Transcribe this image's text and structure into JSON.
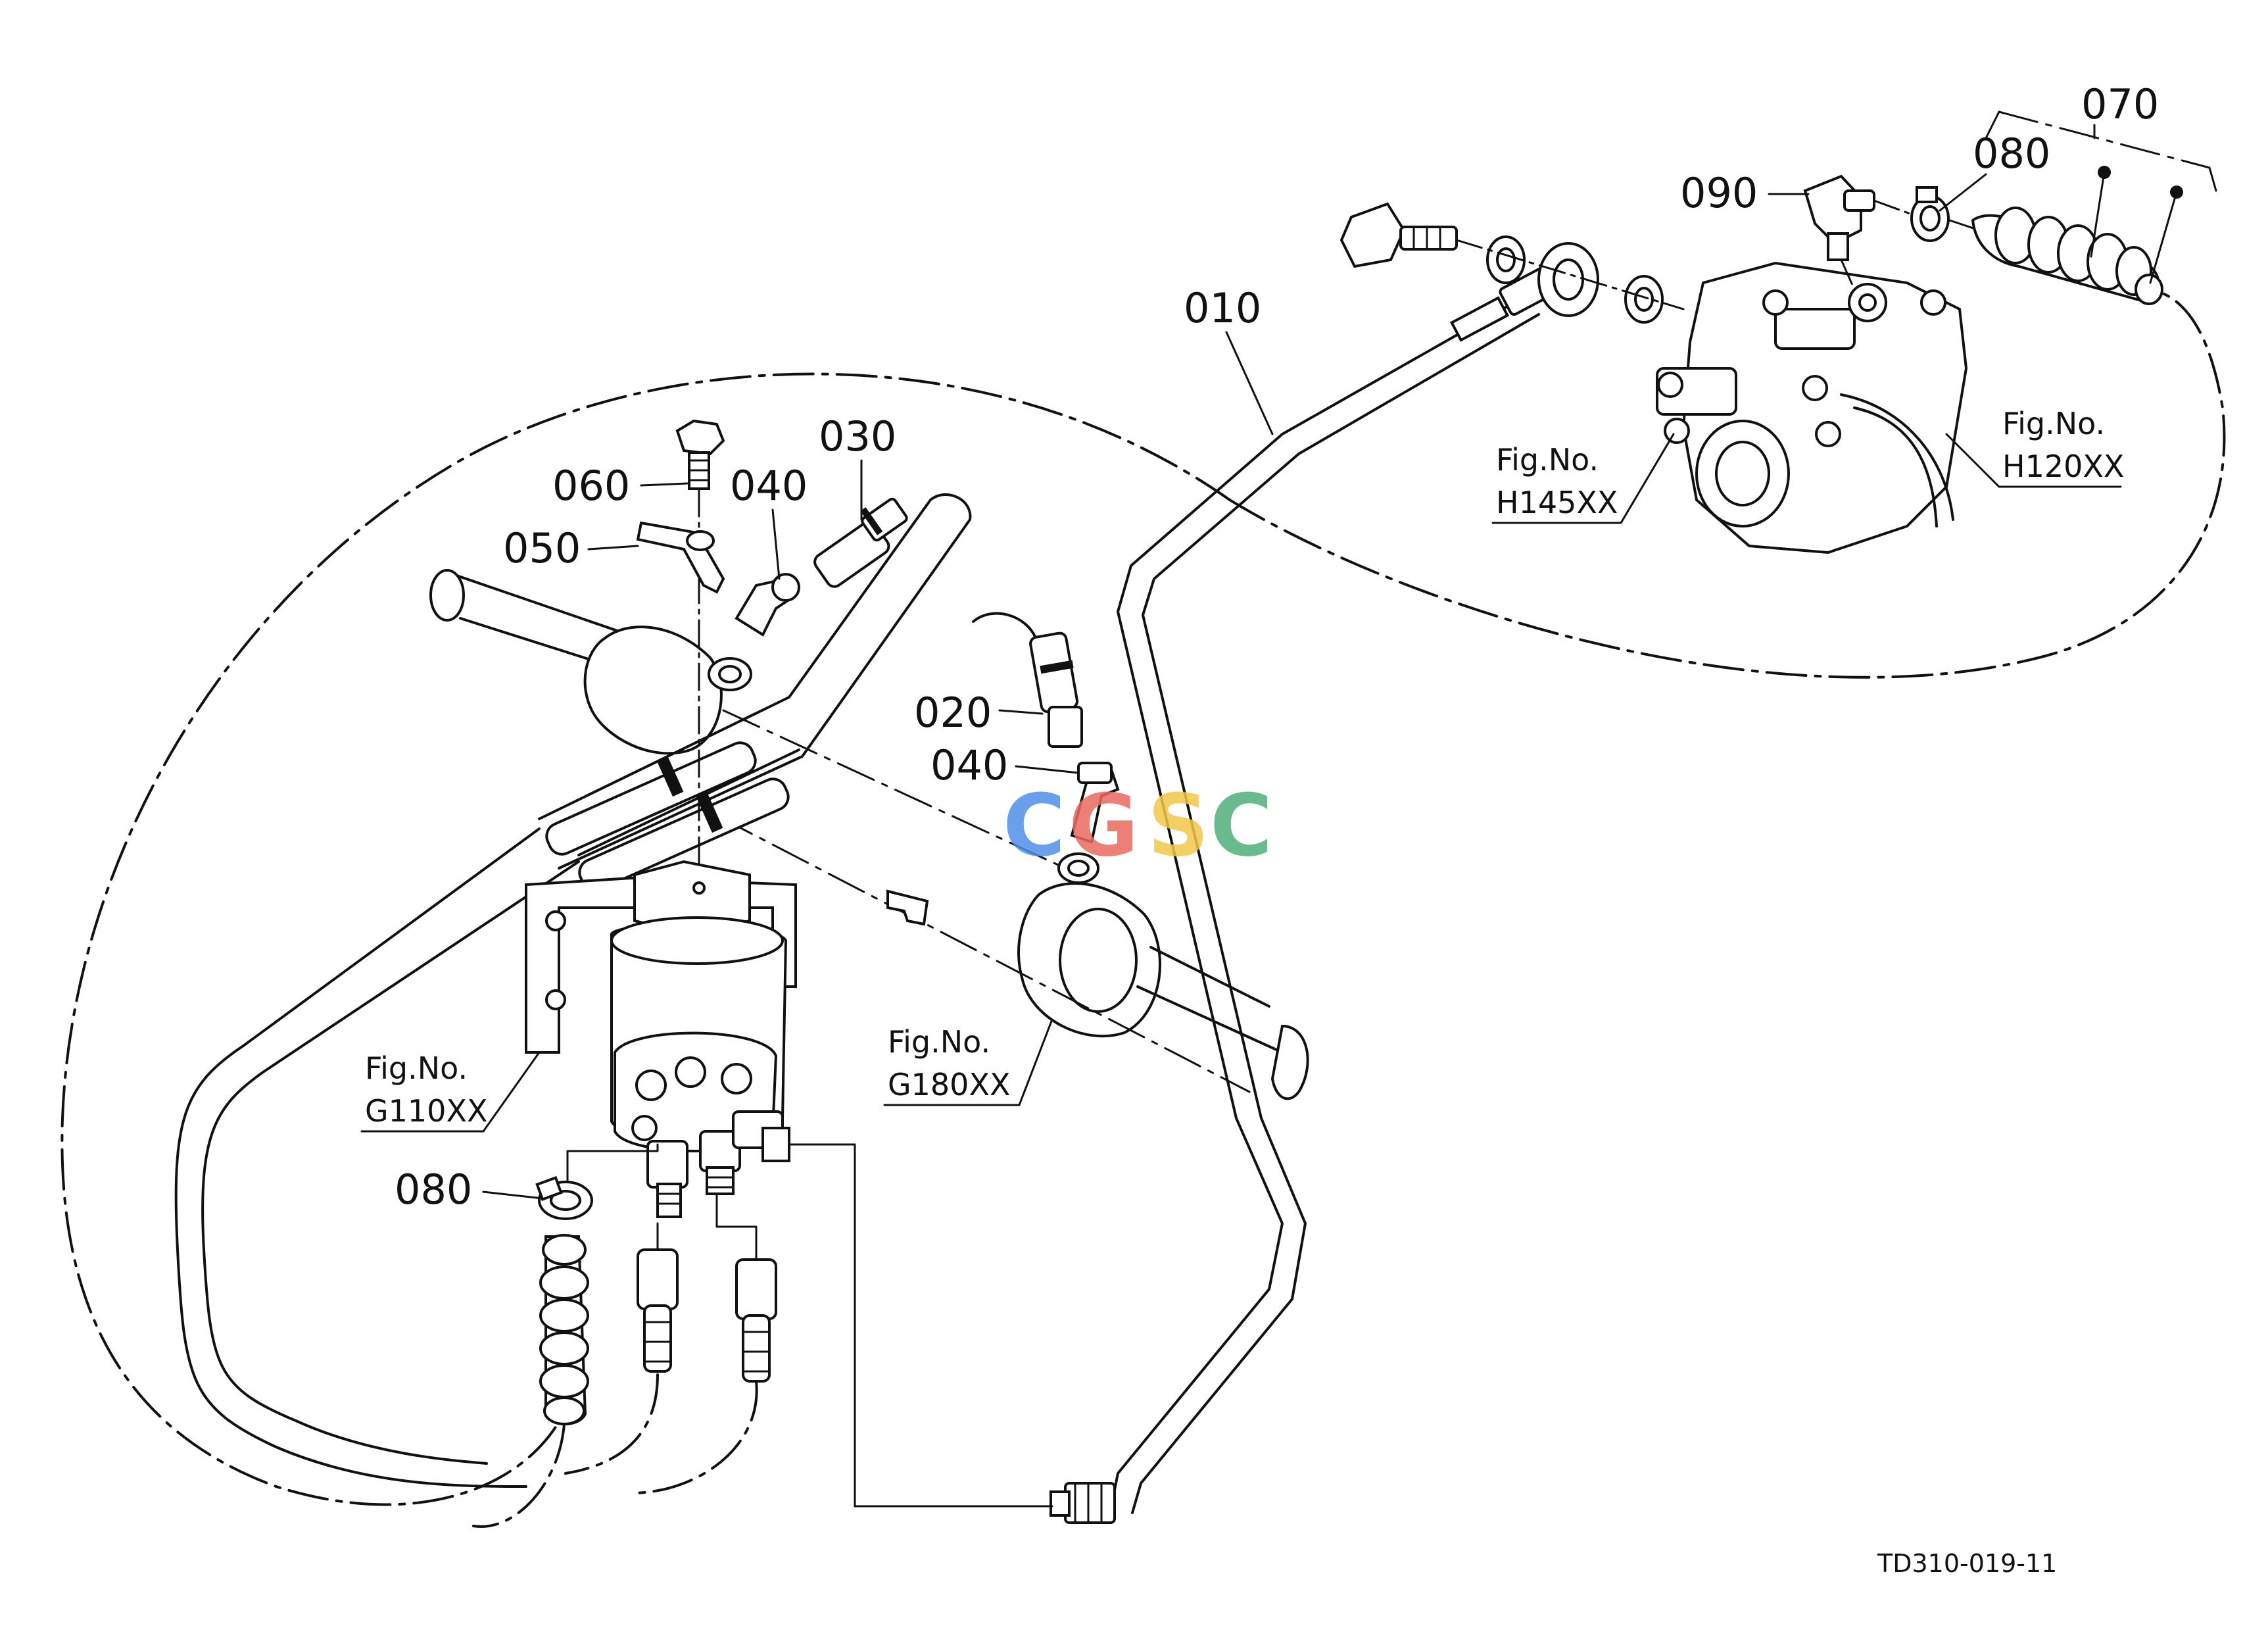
{
  "labels": {
    "p010": "010",
    "p020": "020",
    "p030": "030",
    "p040a": "040",
    "p040b": "040",
    "p050": "050",
    "p060": "060",
    "p070": "070",
    "p080a": "080",
    "p080b": "080",
    "p090": "090"
  },
  "figrefs": {
    "g110": {
      "line1": "Fig.No.",
      "line2": "G110XX"
    },
    "g180": {
      "line1": "Fig.No.",
      "line2": "G180XX"
    },
    "h145": {
      "line1": "Fig.No.",
      "line2": "H145XX"
    },
    "h120": {
      "line1": "Fig.No.",
      "line2": "H120XX"
    }
  },
  "drawing_code": "TD310-019-11",
  "watermark": {
    "letters": [
      "C",
      "G",
      "S",
      "C"
    ],
    "colors": [
      "#4f8fe8",
      "#ea6b5f",
      "#f3c84a",
      "#4fae78"
    ]
  }
}
